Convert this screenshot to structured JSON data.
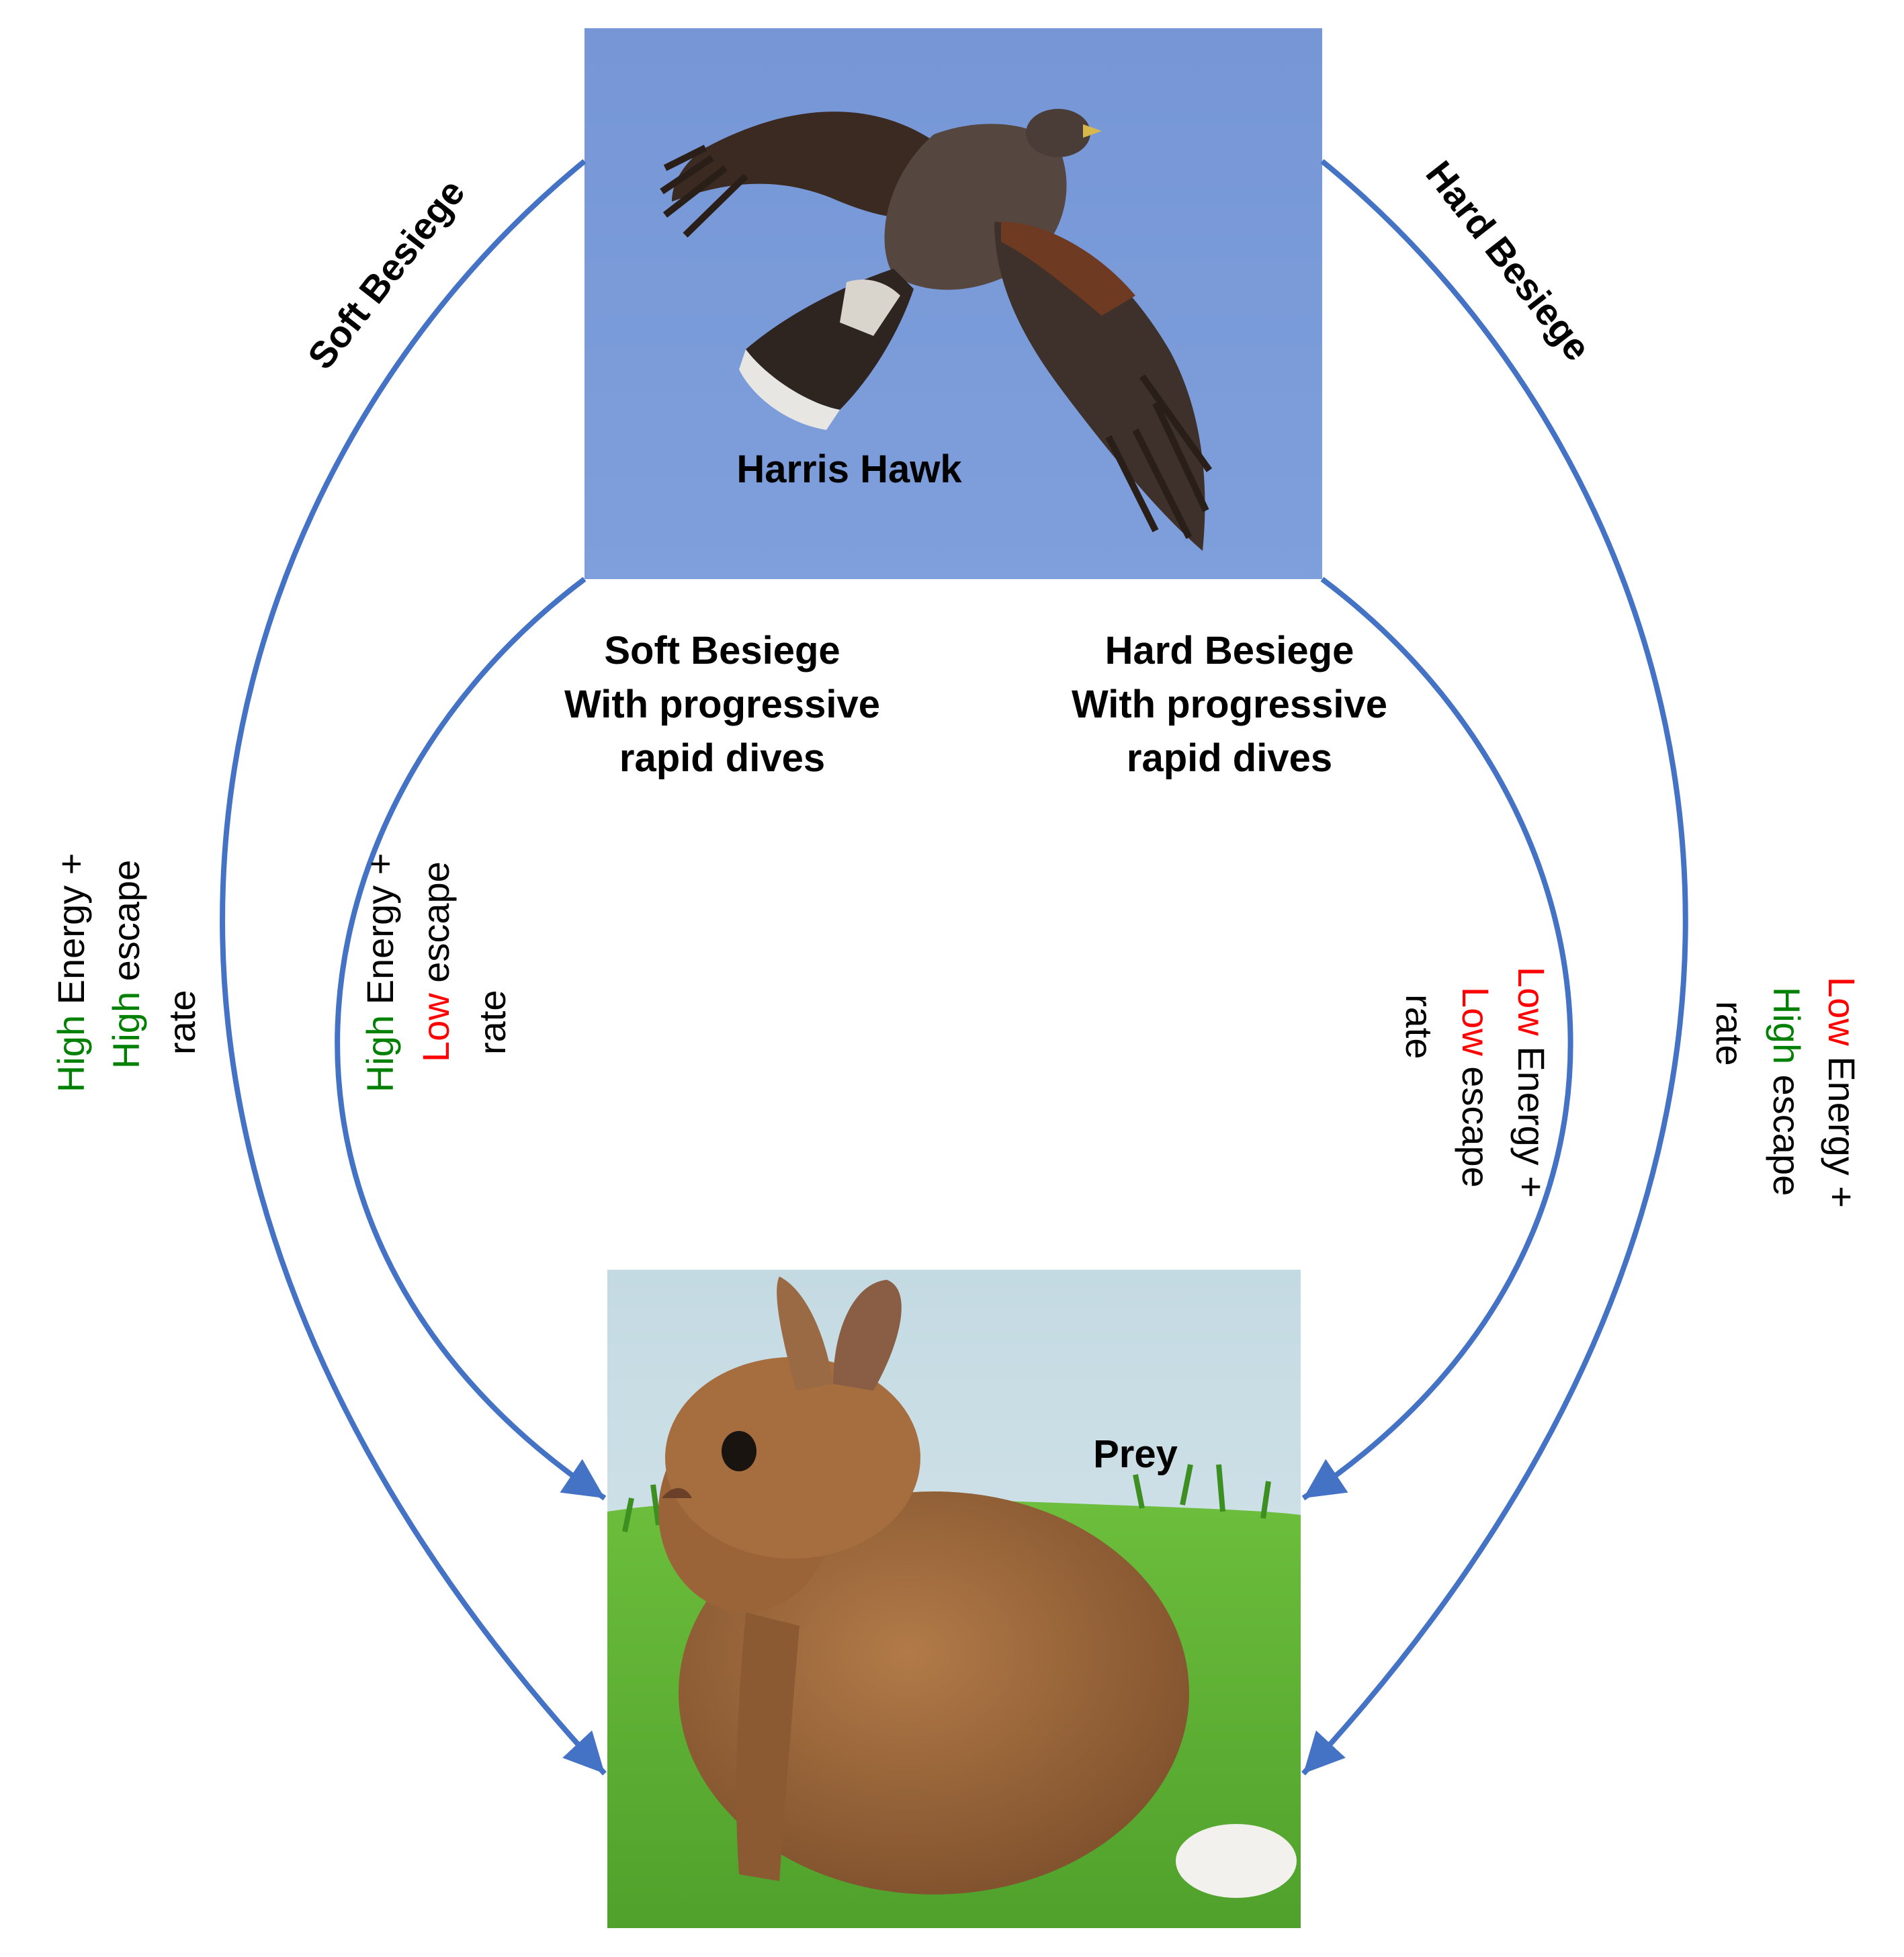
{
  "hawk": {
    "label": "Harris Hawk"
  },
  "prey": {
    "label": "Prey"
  },
  "top_labels": {
    "soft": "Soft Besiege",
    "hard": "Hard Besiege"
  },
  "inner_labels": {
    "soft": [
      "Soft Besiege",
      "With progressive",
      "rapid dives"
    ],
    "hard": [
      "Hard Besiege",
      "With progressive",
      "rapid dives"
    ]
  },
  "terms": {
    "high": "High",
    "low": "Low",
    "energy_plus": " Energy +",
    "escape": " escape",
    "rate": "rate"
  },
  "colors": {
    "arrow": "#4472C4",
    "sky": "#7A9CD9",
    "high": "#008000",
    "low": "#FF0000",
    "text": "#000000"
  }
}
